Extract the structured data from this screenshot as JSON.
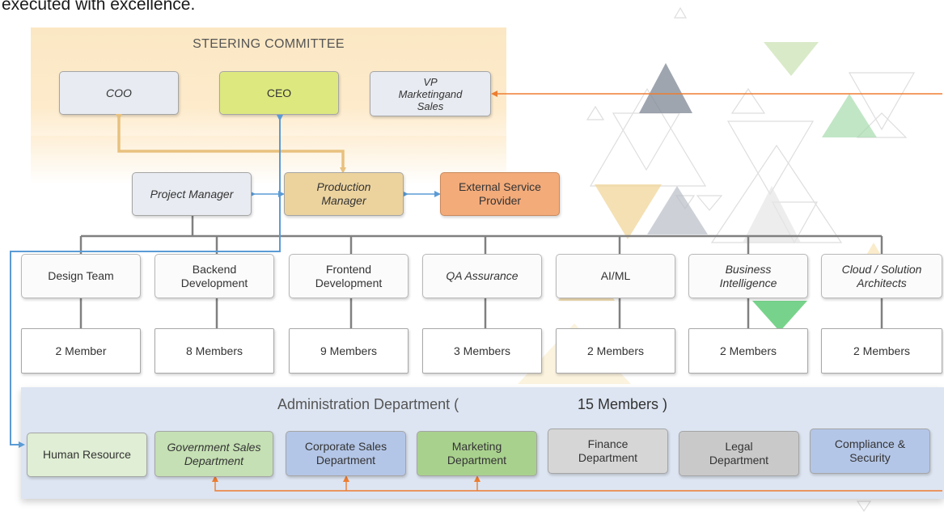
{
  "header": {
    "text": "executed with excellence."
  },
  "steering": {
    "title": "STEERING COMMITTEE",
    "coo": "COO",
    "ceo": "CEO",
    "vp": [
      "VP",
      "Marketingand",
      "Sales"
    ]
  },
  "middle": {
    "project_manager": "Project Manager",
    "production_manager": [
      "Production",
      "Manager"
    ],
    "external_provider": [
      "External Service",
      "Provider"
    ]
  },
  "teams": [
    {
      "name": [
        "Design Team"
      ],
      "members": "2 Member",
      "italic": false
    },
    {
      "name": [
        "Backend",
        "Development"
      ],
      "members": "8 Members",
      "italic": false
    },
    {
      "name": [
        "Frontend",
        "Development"
      ],
      "members": "9 Members",
      "italic": false
    },
    {
      "name": [
        "QA Assurance"
      ],
      "members": "3 Members",
      "italic": true
    },
    {
      "name": [
        "AI/ML"
      ],
      "members": "2 Members",
      "italic": false
    },
    {
      "name": [
        "Business",
        "Intelligence"
      ],
      "members": "2 Members",
      "italic": true
    },
    {
      "name": [
        "Cloud / Solution",
        "Architects"
      ],
      "members": "2 Members",
      "italic": true
    }
  ],
  "admin": {
    "title": "Administration Department (",
    "members": "15 Members )",
    "departments": [
      {
        "name": [
          "Human Resource"
        ],
        "italic": false,
        "color": "#dfeed4"
      },
      {
        "name": [
          "Government Sales",
          "Department"
        ],
        "italic": true,
        "color": "#c5e0b4"
      },
      {
        "name": [
          "Corporate Sales",
          "Department"
        ],
        "italic": false,
        "color": "#b4c6e7"
      },
      {
        "name": [
          "Marketing",
          "Department"
        ],
        "italic": false,
        "color": "#a9d18e"
      },
      {
        "name": [
          "Finance",
          "Department"
        ],
        "italic": false,
        "color": "#d6d6d6"
      },
      {
        "name": [
          "Legal",
          "Department"
        ],
        "italic": false,
        "color": "#c9c9c9"
      },
      {
        "name": [
          "Compliance &",
          "Security"
        ],
        "italic": false,
        "color": "#b4c6e7"
      }
    ]
  },
  "colors": {
    "connector_gold": "#e8c17e",
    "connector_blue": "#5b9bd5",
    "connector_grey": "#808080",
    "connector_orange": "#ed7d31"
  }
}
